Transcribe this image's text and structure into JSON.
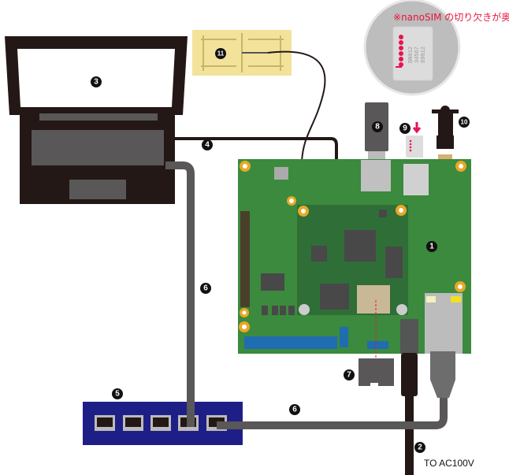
{
  "note": "※nanoSIM の切り欠きが奥",
  "sim_card_text": [
    "DN012",
    "34567",
    "89012"
  ],
  "power_label": "TO AC100V",
  "labels": {
    "board": "1",
    "power_cable": "2",
    "laptop": "3",
    "serial_cable": "4",
    "switch": "5",
    "lan_cable_a": "6",
    "lan_cable_b": "6",
    "microsd": "7",
    "usb_stick": "8",
    "sim": "9",
    "antenna": "10",
    "antenna_module": "11"
  },
  "colors": {
    "board": "#3b8a3d",
    "switch": "#1e1f86",
    "accent": "#e8144f",
    "cable": "#595757"
  }
}
